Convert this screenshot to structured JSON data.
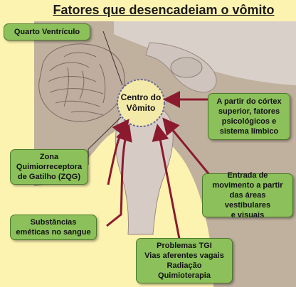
{
  "title": "Fatores que desencadeiam o vômito",
  "center": {
    "line1": "Centro do",
    "line2": "Vômito"
  },
  "boxes": {
    "quarto": {
      "line1": "Quarto Ventrículo"
    },
    "zona": {
      "line1": "Zona",
      "line2": "Quimiorreceptora",
      "line3": "de Gatilho (ZQG)"
    },
    "substancias": {
      "line1": "Substâncias",
      "line2": "eméticas no sangue"
    },
    "cortex": {
      "line1": "A partir do córtex",
      "line2": "superior, fatores",
      "line3": "psicológicos e",
      "line4": "sistema límbico"
    },
    "vestibular": {
      "line1": "Entrada de",
      "line2": "movimento a partir",
      "line3": "das áreas vestibulares",
      "line4": "e visuais"
    },
    "problemas": {
      "line1": "Problemas TGI",
      "line2": "Vias aferentes vagais",
      "line3": "Radiação",
      "line4": "Quimioterapia"
    }
  },
  "colors": {
    "background": "#fdf3b0",
    "box_fill": "#8cc05a",
    "arrow": "#8b1a2e",
    "brain_tissue": "#b8a79c",
    "brainstem": "#cfc6c0"
  }
}
